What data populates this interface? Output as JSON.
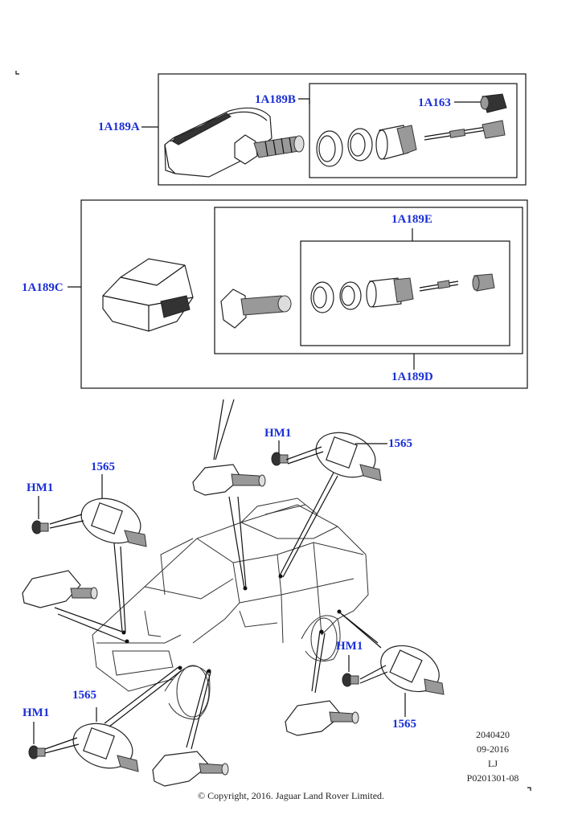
{
  "callouts": {
    "c_1a189a": "1A189A",
    "c_1a189b": "1A189B",
    "c_1a163": "1A163",
    "c_1a189c": "1A189C",
    "c_1a189e": "1A189E",
    "c_1a189d": "1A189D",
    "c_hm1_top": "HM1",
    "c_1565_top": "1565",
    "c_1565_left": "1565",
    "c_hm1_left": "HM1",
    "c_hm1_right": "HM1",
    "c_1565_right": "1565",
    "c_1565_bottom": "1565",
    "c_hm1_bottom": "HM1"
  },
  "meta": {
    "line1": "2040420",
    "line2": "09-2016",
    "line3": "LJ",
    "line4": "P0201301-08"
  },
  "copyright": "© Copyright, 2016. Jaguar Land Rover Limited.",
  "colors": {
    "callout": "#1a2fd6",
    "line": "#111111"
  }
}
